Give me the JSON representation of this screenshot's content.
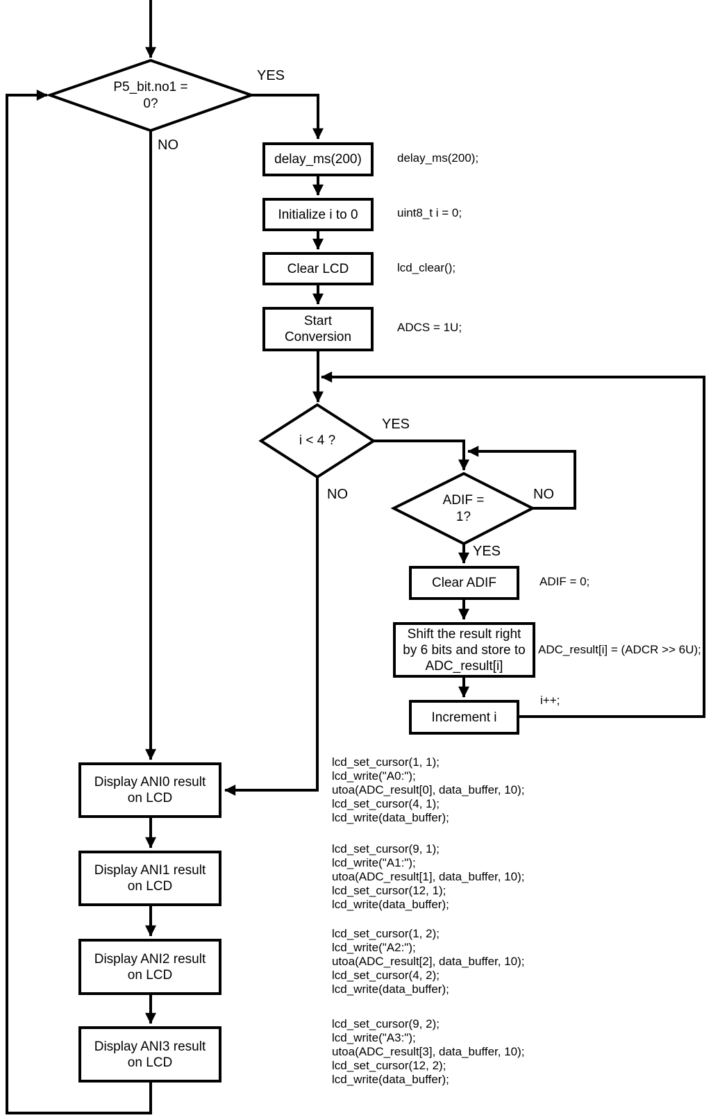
{
  "diagram": {
    "colors": {
      "line": "#000000",
      "background": "#ffffff",
      "text": "#000000"
    },
    "decisions": {
      "p5": {
        "text": "P5_bit.no1 =\n0?",
        "yes": "YES",
        "no": "NO"
      },
      "i_lt_4": {
        "text": "i < 4 ?",
        "yes": "YES",
        "no": "NO"
      },
      "adif": {
        "text": "ADIF =\n1?",
        "yes": "YES",
        "no": "NO"
      }
    },
    "processes": {
      "delay": {
        "text": "delay_ms(200)",
        "code": "delay_ms(200);"
      },
      "init_i": {
        "text": "Initialize i to 0",
        "code": "uint8_t i = 0;"
      },
      "clear_lcd": {
        "text": "Clear LCD",
        "code": "lcd_clear();"
      },
      "start_conv": {
        "text": "Start\nConversion",
        "code": "ADCS = 1U;"
      },
      "clear_adif": {
        "text": "Clear ADIF",
        "code": "ADIF = 0;"
      },
      "shift": {
        "text": "Shift the result right\nby 6 bits and store to\nADC_result[i]",
        "code": "ADC_result[i] = (ADCR >> 6U);"
      },
      "increment": {
        "text": "Increment i",
        "code": "i++;"
      },
      "display_ani0": {
        "text": "Display ANI0 result\non LCD",
        "code": "lcd_set_cursor(1, 1);\nlcd_write(\"A0:\");\nutoa(ADC_result[0], data_buffer, 10);\nlcd_set_cursor(4, 1);\nlcd_write(data_buffer);"
      },
      "display_ani1": {
        "text": "Display ANI1 result\non LCD",
        "code": "lcd_set_cursor(9, 1);\nlcd_write(\"A1:\");\nutoa(ADC_result[1], data_buffer, 10);\nlcd_set_cursor(12, 1);\nlcd_write(data_buffer);"
      },
      "display_ani2": {
        "text": "Display ANI2 result\non LCD",
        "code": "lcd_set_cursor(1, 2);\nlcd_write(\"A2:\");\nutoa(ADC_result[2], data_buffer, 10);\nlcd_set_cursor(4, 2);\nlcd_write(data_buffer);"
      },
      "display_ani3": {
        "text": "Display ANI3 result\non LCD",
        "code": "lcd_set_cursor(9, 2);\nlcd_write(\"A3:\");\nutoa(ADC_result[3], data_buffer, 10);\nlcd_set_cursor(12, 2);\nlcd_write(data_buffer);"
      }
    }
  }
}
